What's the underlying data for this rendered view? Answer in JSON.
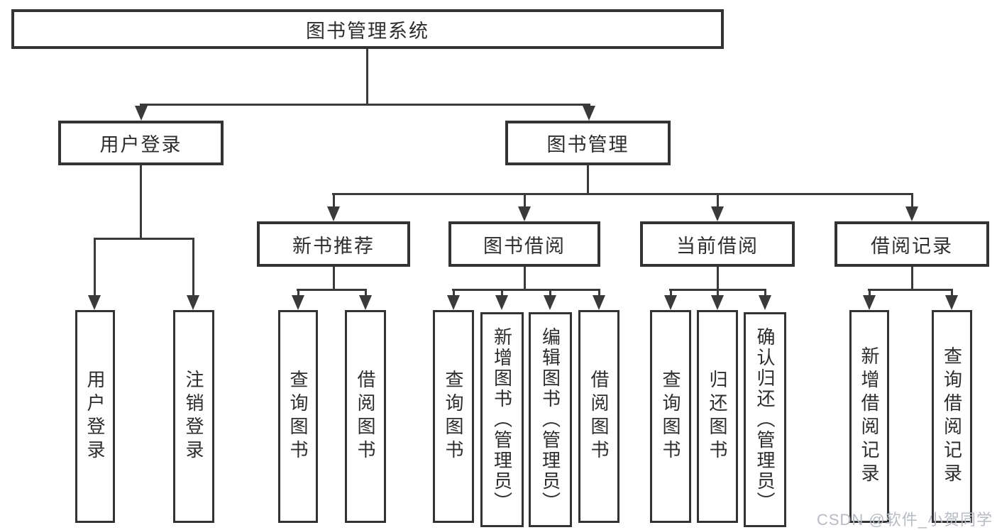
{
  "diagram": {
    "title": "图书管理系统",
    "colors": {
      "line": "#3a3a3a",
      "text": "#2d2d2d",
      "background": "#ffffff",
      "watermark": "#b7bbc3"
    },
    "root": {
      "label": "图书管理系统"
    },
    "level2": [
      {
        "label": "用户登录"
      },
      {
        "label": "图书管理"
      }
    ],
    "level3": [
      {
        "label": "新书推荐"
      },
      {
        "label": "图书借阅"
      },
      {
        "label": "当前借阅"
      },
      {
        "label": "借阅记录"
      }
    ],
    "leaves": {
      "user_login_group": [
        {
          "label": "用户登录"
        },
        {
          "label": "注销登录"
        }
      ],
      "new_book_group": [
        {
          "label": "查询图书"
        },
        {
          "label": "借阅图书"
        }
      ],
      "book_borrow_group": [
        {
          "label": "查询图书"
        },
        {
          "label": "新增图书（管理员）"
        },
        {
          "label": "编辑图书（管理员）"
        },
        {
          "label": "借阅图书"
        }
      ],
      "current_borrow_group": [
        {
          "label": "查询图书"
        },
        {
          "label": "归还图书"
        },
        {
          "label": "确认归还（管理员）"
        }
      ],
      "record_group": [
        {
          "label": "新增借阅记录"
        },
        {
          "label": "查询借阅记录"
        }
      ]
    },
    "watermark": "CSDN @软件_小贺同学"
  }
}
